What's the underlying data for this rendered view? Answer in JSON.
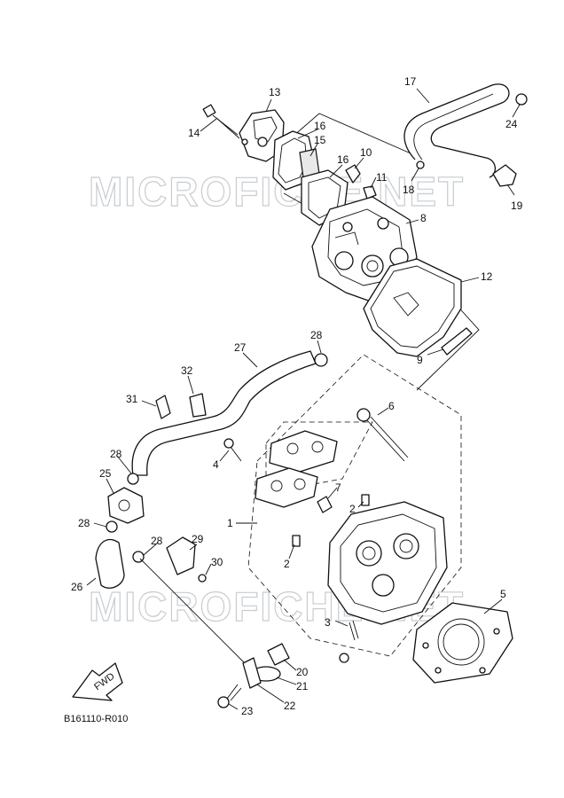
{
  "watermark": "MICROFICHE.NET",
  "diagram_code": "B161110-R010",
  "fwd_label": "FWD",
  "callouts": {
    "n1": "1",
    "n2a": "2",
    "n2b": "2",
    "n3": "3",
    "n4": "4",
    "n5": "5",
    "n6": "6",
    "n7": "7",
    "n8": "8",
    "n9": "9",
    "n10": "10",
    "n11": "11",
    "n12": "12",
    "n13": "13",
    "n14": "14",
    "n15": "15",
    "n16a": "16",
    "n16b": "16",
    "n17": "17",
    "n18": "18",
    "n19": "19",
    "n20": "20",
    "n21": "21",
    "n22": "22",
    "n23": "23",
    "n24": "24",
    "n25": "25",
    "n26": "26",
    "n27": "27",
    "n28a": "28",
    "n28b": "28",
    "n28c": "28",
    "n28d": "28",
    "n29": "29",
    "n30": "30",
    "n31": "31",
    "n32": "32"
  }
}
